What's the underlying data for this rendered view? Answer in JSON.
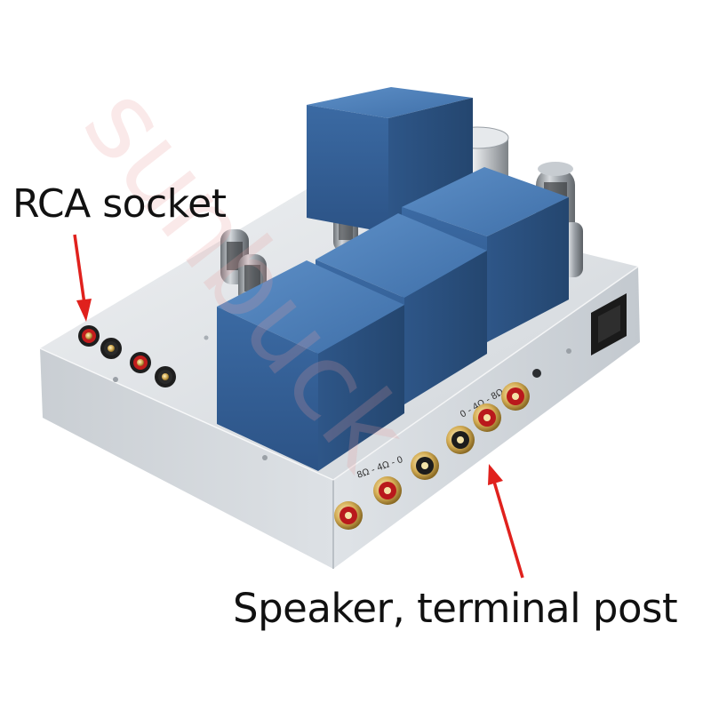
{
  "labels": {
    "rca_socket": "RCA socket",
    "speaker_terminal": "Speaker, terminal post"
  },
  "panel_markings": {
    "left_impedance": "8Ω - 4Ω - 0",
    "right_impedance": "0 - 4Ω - 8Ω"
  },
  "watermark": "sunbuck",
  "colors": {
    "arrow": "#e0211d",
    "transformer_blue": "#3f6fa8",
    "chassis_silver": "#d9dee3"
  }
}
